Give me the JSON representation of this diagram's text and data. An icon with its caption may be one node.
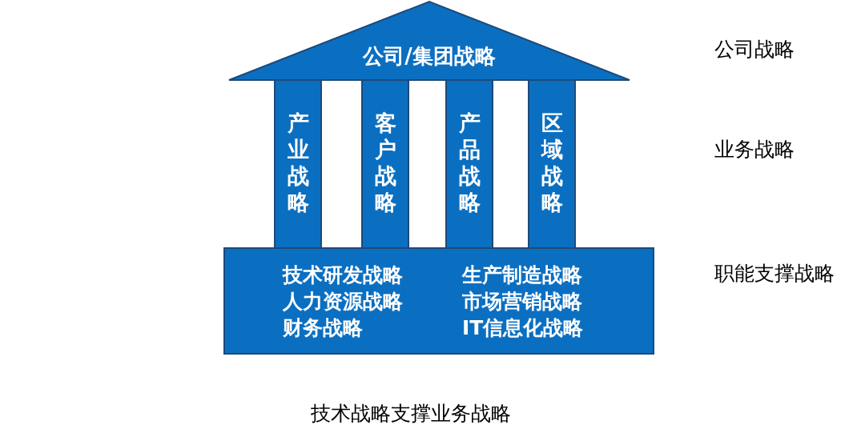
{
  "diagram": {
    "caption": "技术战略支撑业务战略",
    "nodes": [
      {
        "text": [
          "公司/集团战略"
        ]
      },
      {
        "text": [
          "产业战略"
        ]
      },
      {
        "text": [
          "客户战略"
        ]
      },
      {
        "text": [
          "产品战略"
        ]
      },
      {
        "text": [
          "区域战略"
        ]
      },
      {
        "text": [
          "技术研发战略",
          "人力资源战略",
          "财务战略",
          "生产制造战略",
          "市场营销战略",
          "IT信息化战略"
        ]
      }
    ],
    "edges": [],
    "labels": [
      "公司战略",
      "业务战略",
      "职能支撑战略"
    ]
  }
}
